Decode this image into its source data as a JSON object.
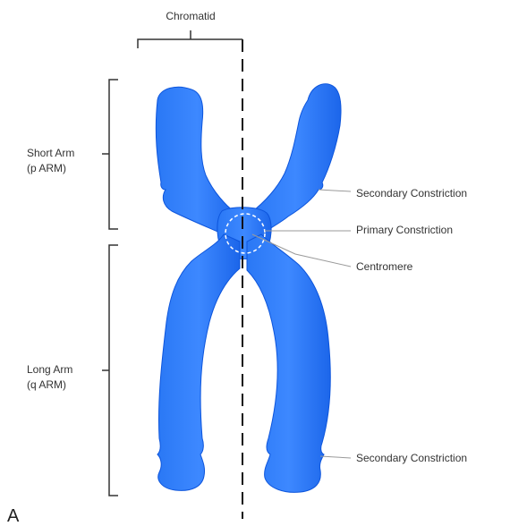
{
  "labels": {
    "chromatid": "Chromatid",
    "short_arm_line1": "Short Arm",
    "short_arm_line2": "(p ARM)",
    "long_arm_line1": "Long Arm",
    "long_arm_line2": "(q ARM)",
    "secondary_constriction_top": "Secondary Constriction",
    "primary_constriction": "Primary Constriction",
    "centromere": "Centromere",
    "secondary_constriction_bottom": "Secondary Constriction",
    "panel_letter": "A"
  },
  "colors": {
    "chromosome_fill": "#1f6ff0",
    "chromosome_light": "#4d97ff",
    "chromosome_edge": "#0a4fd6",
    "axis_line": "#111111",
    "leader_line": "#9a9a9a",
    "centromere_ring": "#ffffff"
  }
}
